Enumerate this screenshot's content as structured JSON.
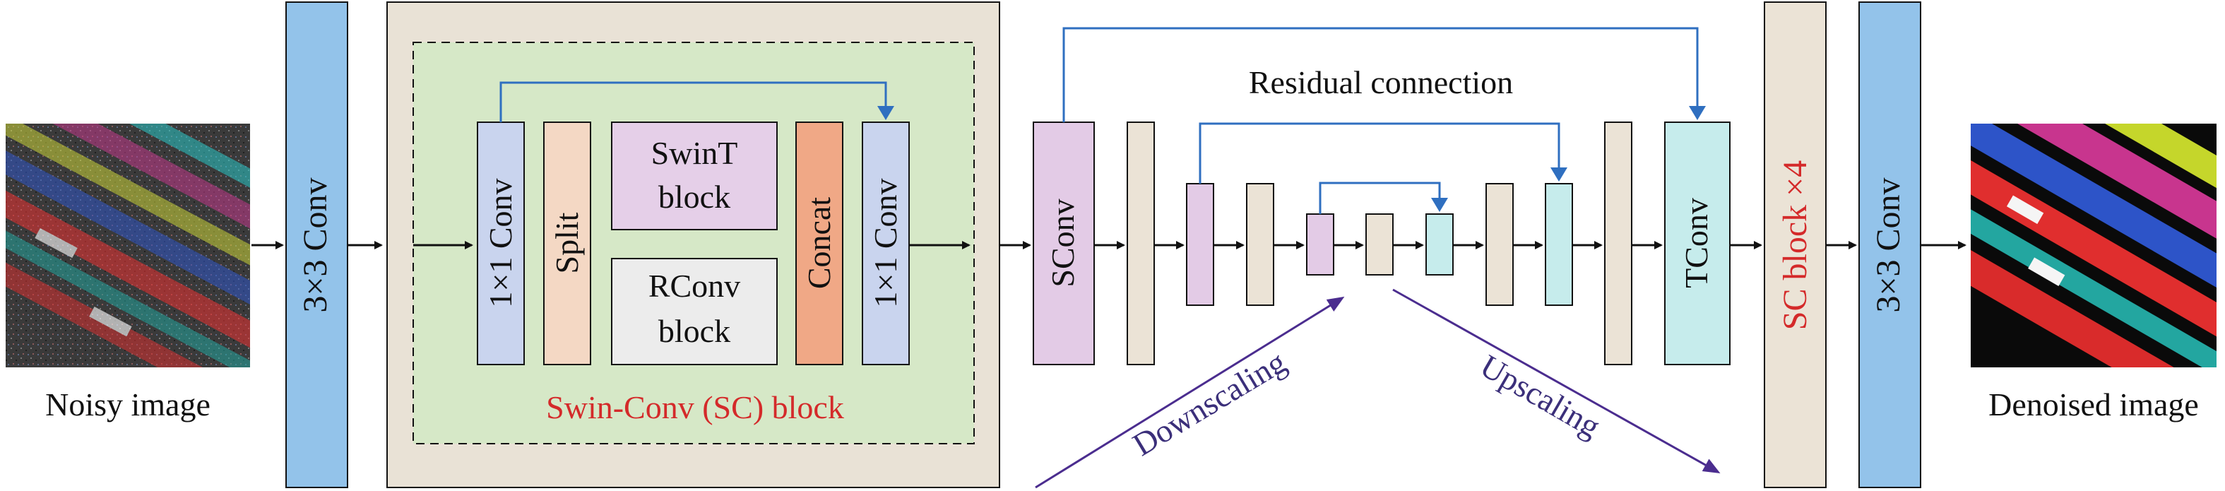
{
  "labels": {
    "noisy_image": "Noisy image",
    "denoised_image": "Denoised image",
    "conv_in": "3×3 Conv",
    "conv_out": "3×3 Conv",
    "sc_block_title": "Swin-Conv (SC) block",
    "conv1x1_in": "1×1 Conv",
    "split": "Split",
    "swint_line1": "SwinT",
    "swint_line2": "block",
    "rconv_line1": "RConv",
    "rconv_line2": "block",
    "concat": "Concat",
    "conv1x1_out": "1×1 Conv",
    "sconv": "SConv",
    "tconv": "TConv",
    "sc_block_x4": "SC block ×4",
    "residual": "Residual connection",
    "downscaling": "Downscaling",
    "upscaling": "Upscaling"
  },
  "colors": {
    "conv_blue": "#93c3ea",
    "sc_bg_outer": "#e9e2d6",
    "sc_bg_inner": "#d6e8c7",
    "conv1x1_fill": "#c9d4ee",
    "split_fill": "#f4d8c4",
    "swint_fill": "#e5cfe8",
    "rconv_fill": "#ececec",
    "concat_fill": "#f0a886",
    "sconv_fill": "#e3cbe6",
    "beige_fill": "#ebe3d6",
    "teal_fill": "#c6ecec",
    "skip_arrow": "#2f6fc0",
    "scale_arrow": "#4b2d8f",
    "title_red": "#d42a2a"
  }
}
